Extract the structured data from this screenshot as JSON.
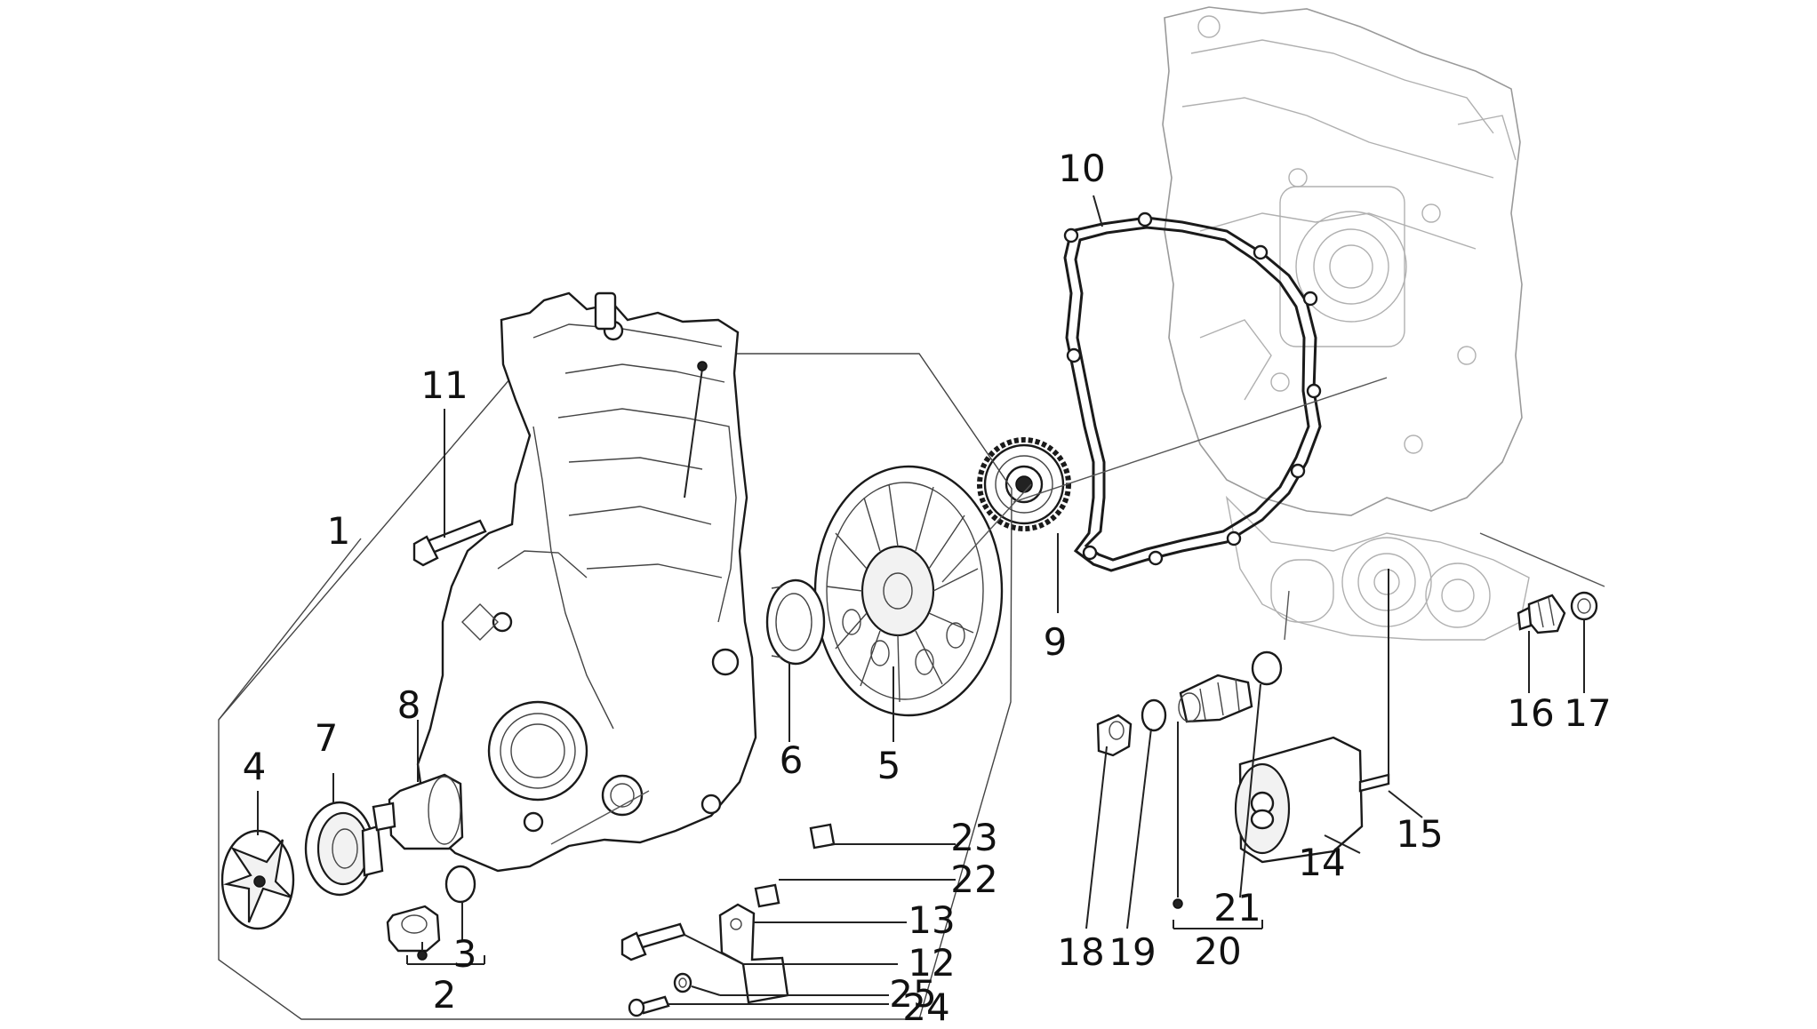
{
  "callouts": [
    {
      "id": "1",
      "text": "1"
    },
    {
      "id": "2",
      "text": "2"
    },
    {
      "id": "3",
      "text": "3"
    },
    {
      "id": "4",
      "text": "4"
    },
    {
      "id": "5",
      "text": "5"
    },
    {
      "id": "6",
      "text": "6"
    },
    {
      "id": "7",
      "text": "7"
    },
    {
      "id": "8",
      "text": "8"
    },
    {
      "id": "9",
      "text": "9"
    },
    {
      "id": "10",
      "text": "10"
    },
    {
      "id": "11",
      "text": "11"
    },
    {
      "id": "12",
      "text": "12"
    },
    {
      "id": "13",
      "text": "13"
    },
    {
      "id": "14",
      "text": "14"
    },
    {
      "id": "15",
      "text": "15"
    },
    {
      "id": "16",
      "text": "16"
    },
    {
      "id": "17",
      "text": "17"
    },
    {
      "id": "18",
      "text": "18"
    },
    {
      "id": "19",
      "text": "19"
    },
    {
      "id": "20",
      "text": "20"
    },
    {
      "id": "21",
      "text": "21"
    },
    {
      "id": "22",
      "text": "22"
    },
    {
      "id": "23",
      "text": "23"
    },
    {
      "id": "24",
      "text": "24"
    },
    {
      "id": "25",
      "text": "25"
    }
  ]
}
